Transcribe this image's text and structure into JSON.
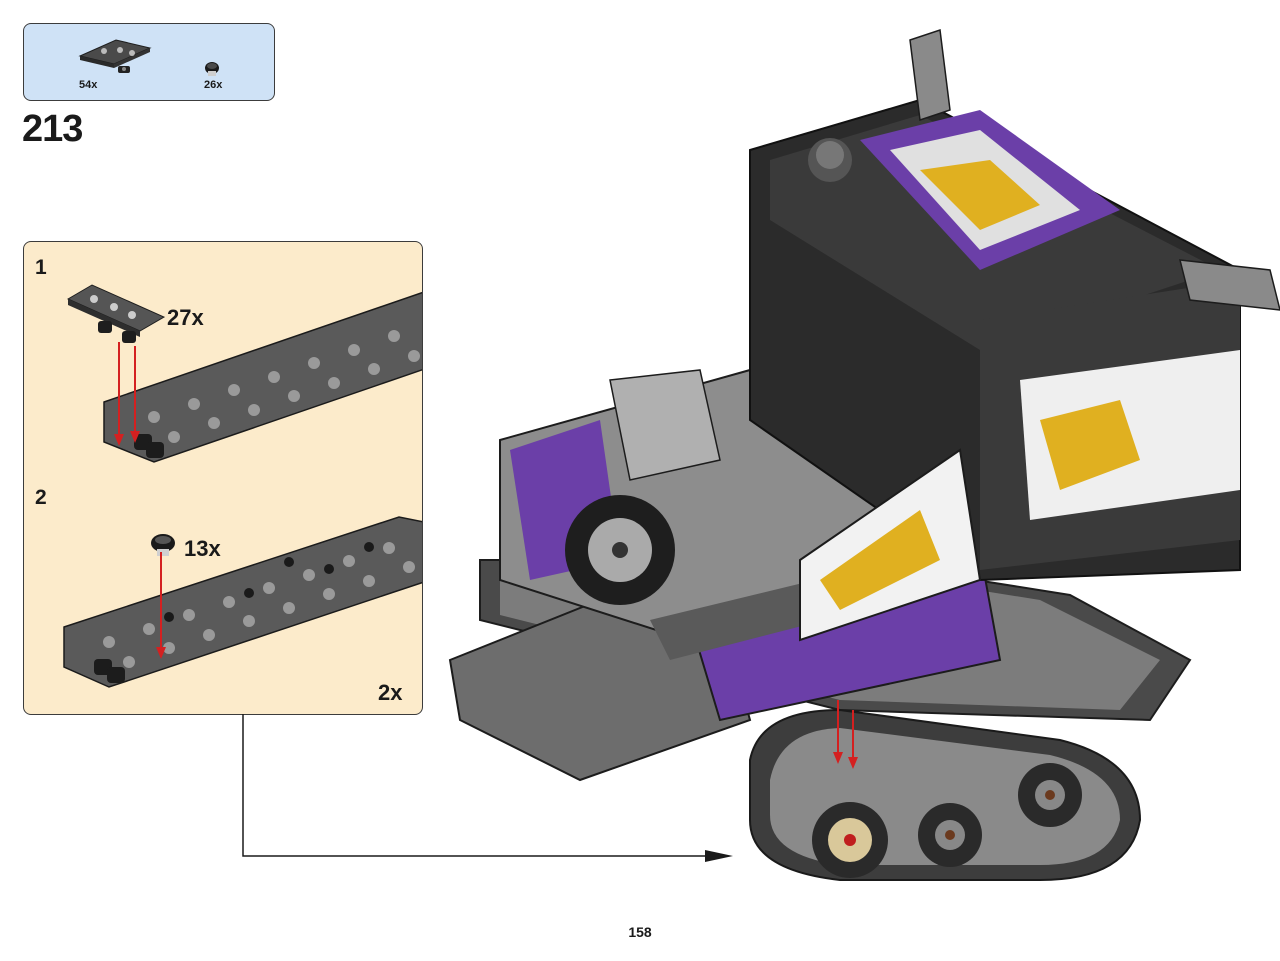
{
  "parts_list": {
    "items": [
      {
        "part": "track-link-icon",
        "quantity": "54x"
      },
      {
        "part": "round-plug-icon",
        "quantity": "26x"
      }
    ]
  },
  "step": {
    "number": "213"
  },
  "subassembly": {
    "steps": [
      {
        "number": "1",
        "quantity": "27x"
      },
      {
        "number": "2",
        "quantity": "13x"
      }
    ],
    "multiplier": "2x"
  },
  "colors": {
    "parts_box_bg": "#cfe2f6",
    "subassembly_bg": "#fcebcb",
    "arrow_red": "#d42020",
    "model_purple": "#6b3fa8",
    "model_dark": "#2b2b2b"
  },
  "page": {
    "number": "158"
  }
}
